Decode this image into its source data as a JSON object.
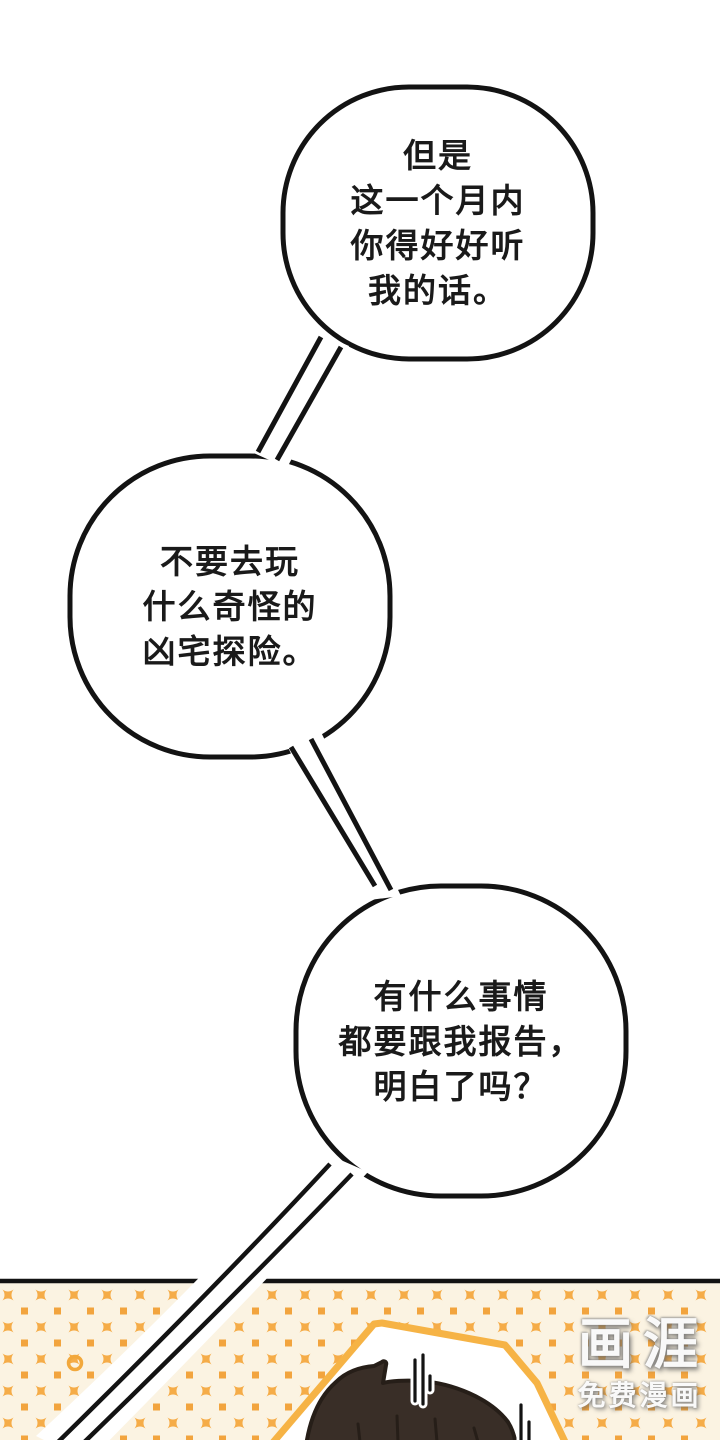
{
  "bubbles": [
    {
      "name": "speech-bubble-1",
      "lines": [
        "但是",
        "这一个月内",
        "你得好好听",
        "我的话。"
      ]
    },
    {
      "name": "speech-bubble-2",
      "lines": [
        "不要去玩",
        "什么奇怪的",
        "凶宅探险。"
      ]
    },
    {
      "name": "speech-bubble-3",
      "lines": [
        "有什么事情",
        "都要跟我报告，",
        "明白了吗？"
      ]
    }
  ],
  "watermark": {
    "logo": "画涯",
    "tagline": "免费漫画"
  },
  "colors": {
    "ink": "#131313",
    "text": "#1A1A1A",
    "pattern_background": "#FBF3E2",
    "pattern_motif": "#F5AC48",
    "pattern_motif_alt": "#F2A43E",
    "panel_border_orange": "#F6B345",
    "doodle_orange": "#F2A83C",
    "hair_fill": "#392E27",
    "hair_outline": "#261E18",
    "watermark_text": "#FFFFFF"
  }
}
